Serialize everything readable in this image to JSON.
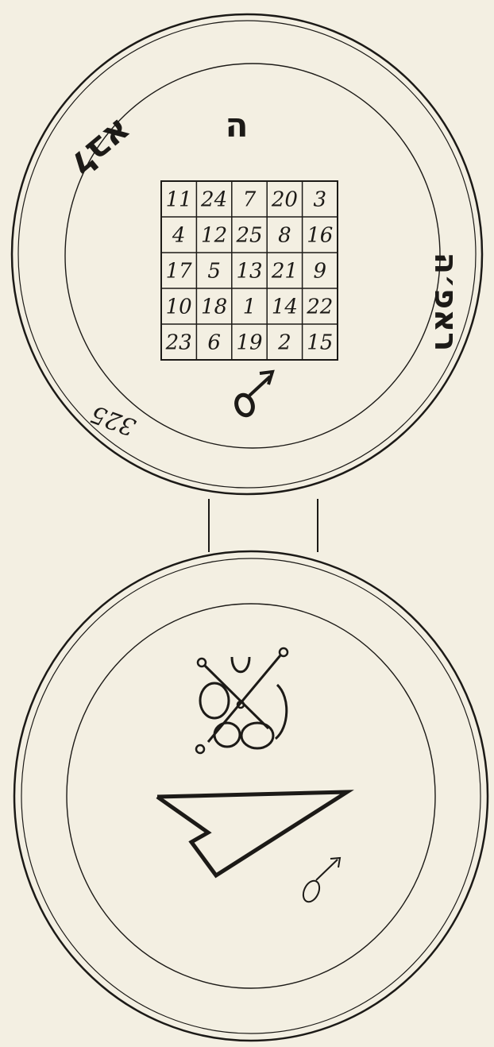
{
  "upper_talisman": {
    "top_letter": "ה",
    "left_rim_inscription": "לבא",
    "right_rim_inscription": "ראפ׳ה",
    "rim_number": "325",
    "planet_symbol": "♂",
    "magic_square": [
      [
        "11",
        "24",
        "7",
        "20",
        "3"
      ],
      [
        "4",
        "12",
        "25",
        "8",
        "16"
      ],
      [
        "17",
        "5",
        "13",
        "21",
        "9"
      ],
      [
        "10",
        "18",
        "1",
        "14",
        "22"
      ],
      [
        "23",
        "6",
        "19",
        "2",
        "15"
      ]
    ]
  },
  "lower_talisman": {
    "planet_symbol": "♂"
  },
  "colors": {
    "paper": "#f3efe2",
    "ink": "#1c1a17"
  }
}
